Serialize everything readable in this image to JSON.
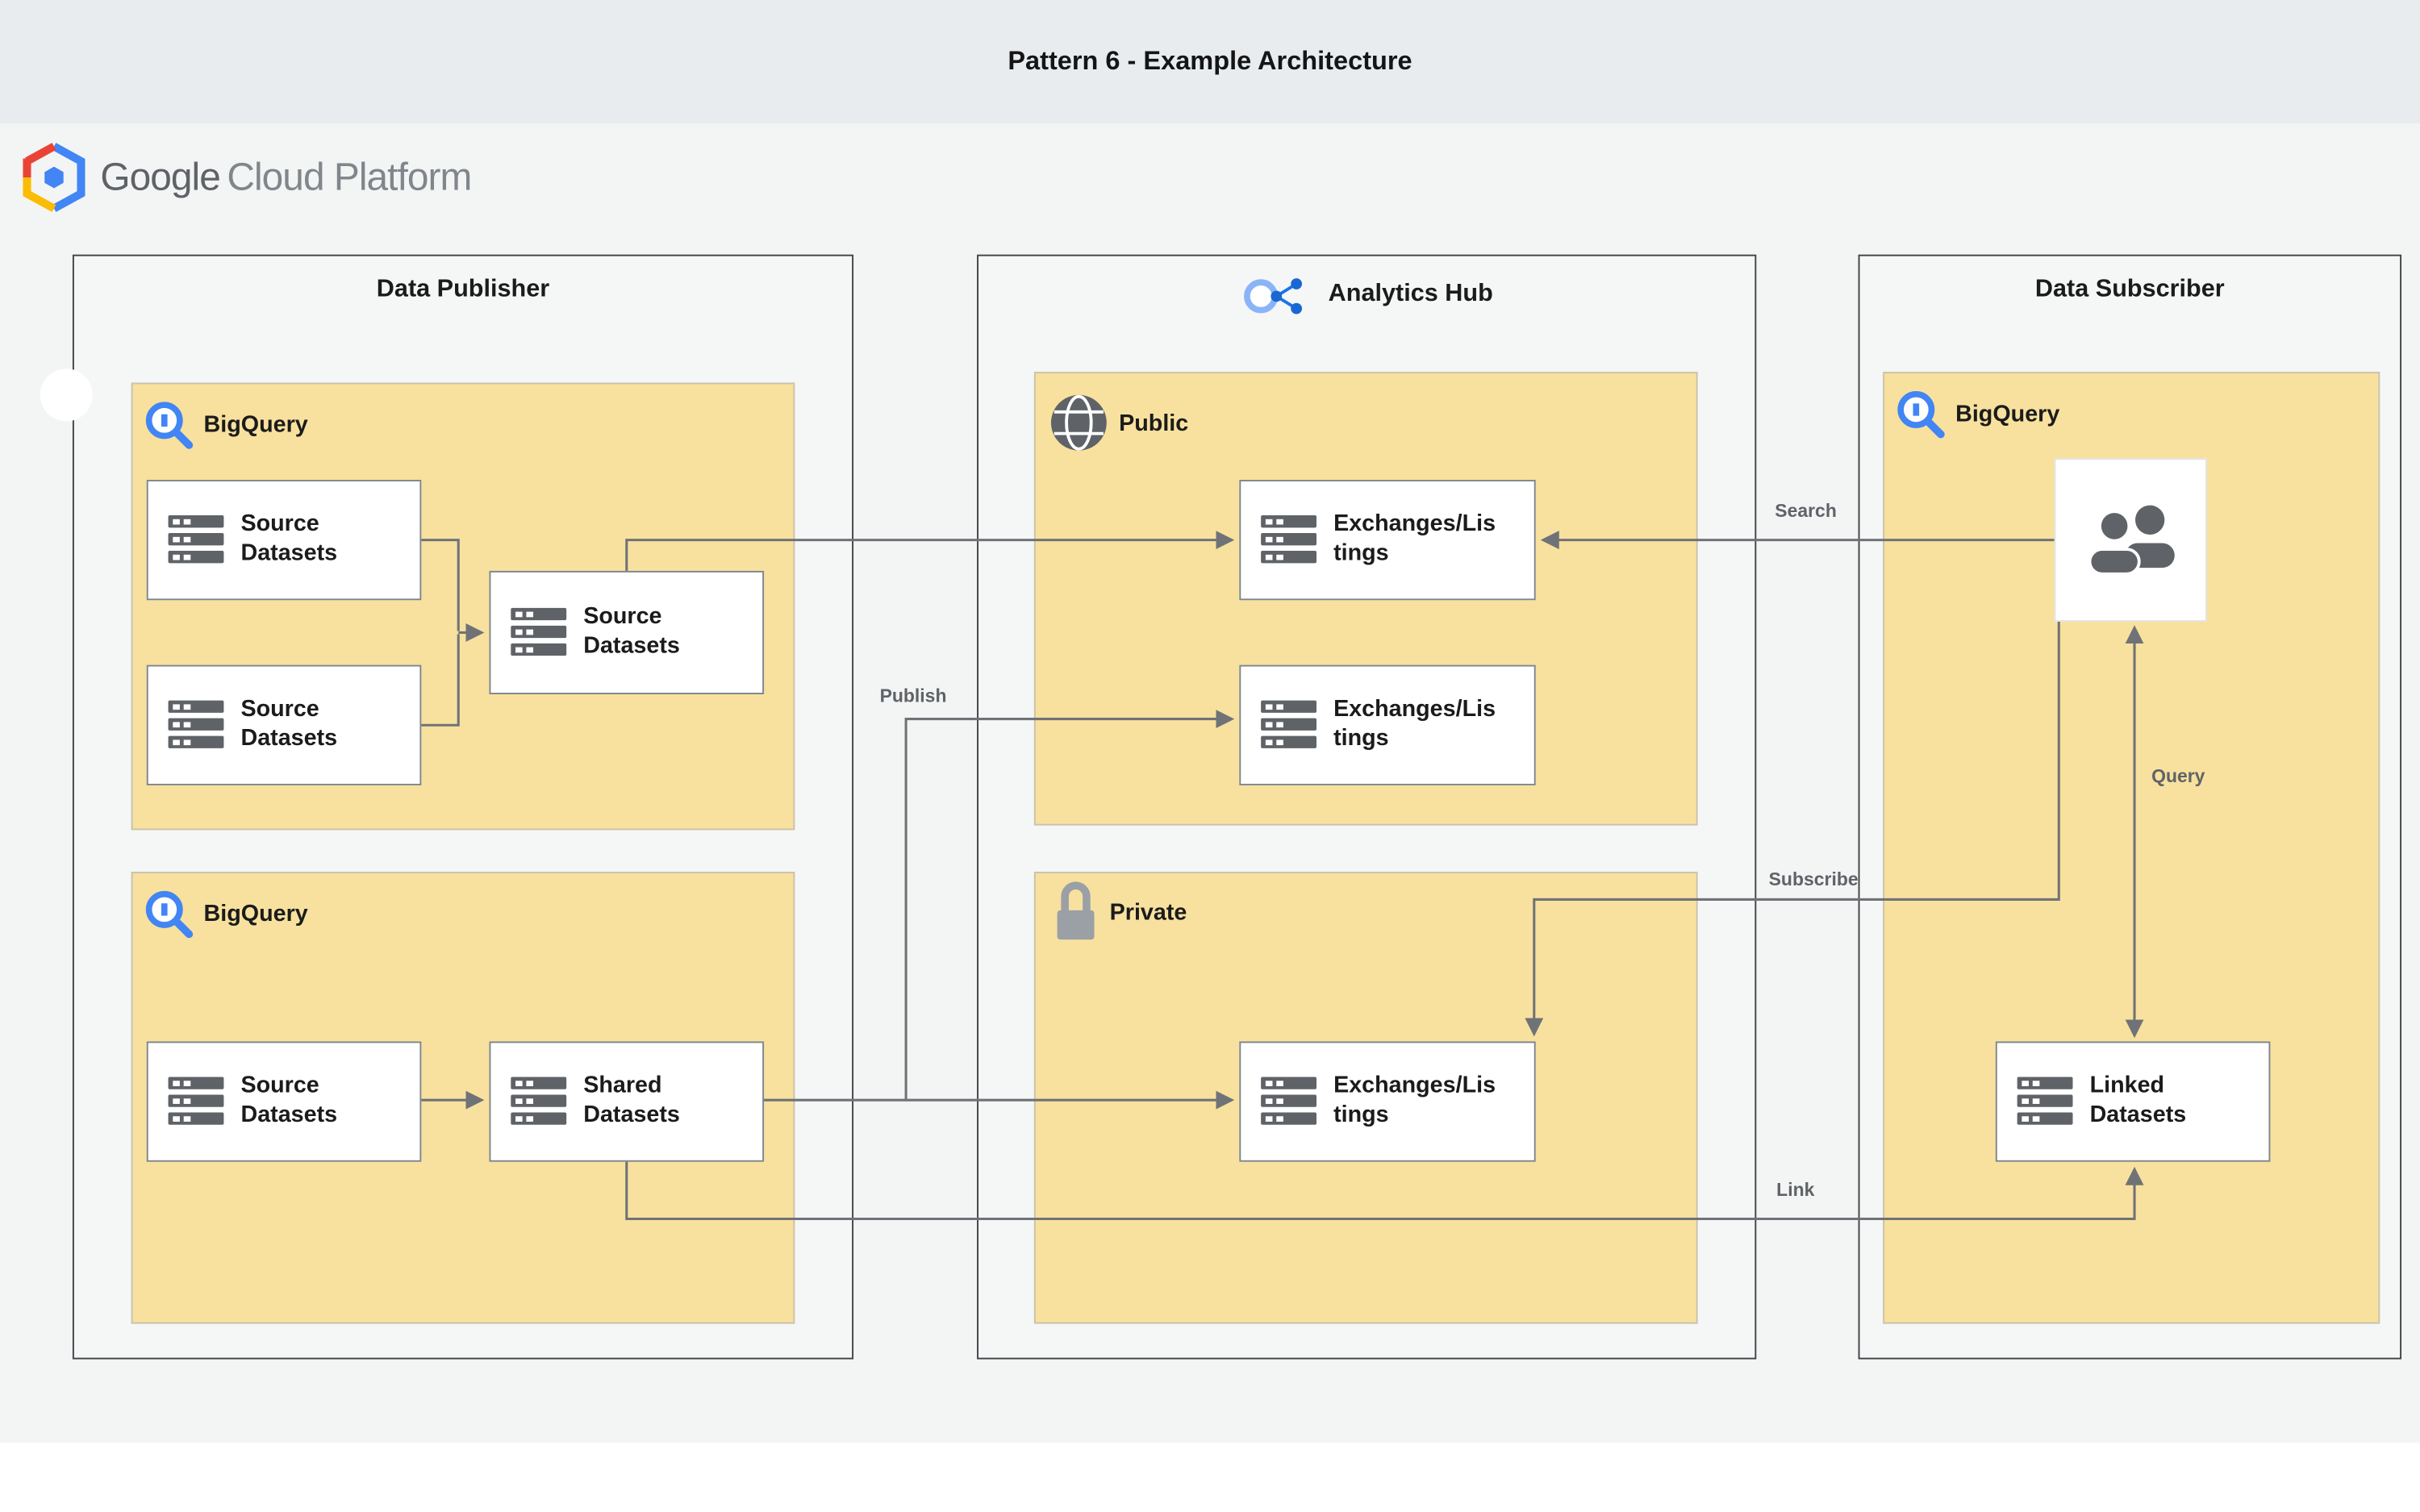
{
  "header": {
    "title": "Pattern 6 - Example Architecture"
  },
  "logo": {
    "text_primary": "Google",
    "text_secondary": "Cloud Platform"
  },
  "publisher": {
    "title": "Data Publisher",
    "groups": [
      {
        "label": "BigQuery",
        "nodes": [
          "Source Datasets",
          "Source Datasets",
          "Source Datasets"
        ]
      },
      {
        "label": "BigQuery",
        "nodes": [
          "Source Datasets",
          "Shared Datasets"
        ]
      }
    ]
  },
  "hub": {
    "title": "Analytics Hub",
    "groups": [
      {
        "label": "Public",
        "nodes": [
          "Exchanges/Listings",
          "Exchanges/Listings"
        ]
      },
      {
        "label": "Private",
        "nodes": [
          "Exchanges/Listings"
        ]
      }
    ]
  },
  "subscriber": {
    "title": "Data Subscriber",
    "groups": [
      {
        "label": "BigQuery",
        "nodes": [
          "Linked Datasets"
        ]
      }
    ]
  },
  "edges": {
    "publish": "Publish",
    "search": "Search",
    "subscribe": "Subscribe",
    "query": "Query",
    "link": "Link"
  },
  "colors": {
    "accent_blue": "#4285F4",
    "zone_yellow": "#F8E19E",
    "titlebar_gray": "#E8ECEF",
    "line_gray": "#6F7377",
    "icon_gray": "#5F6368"
  }
}
